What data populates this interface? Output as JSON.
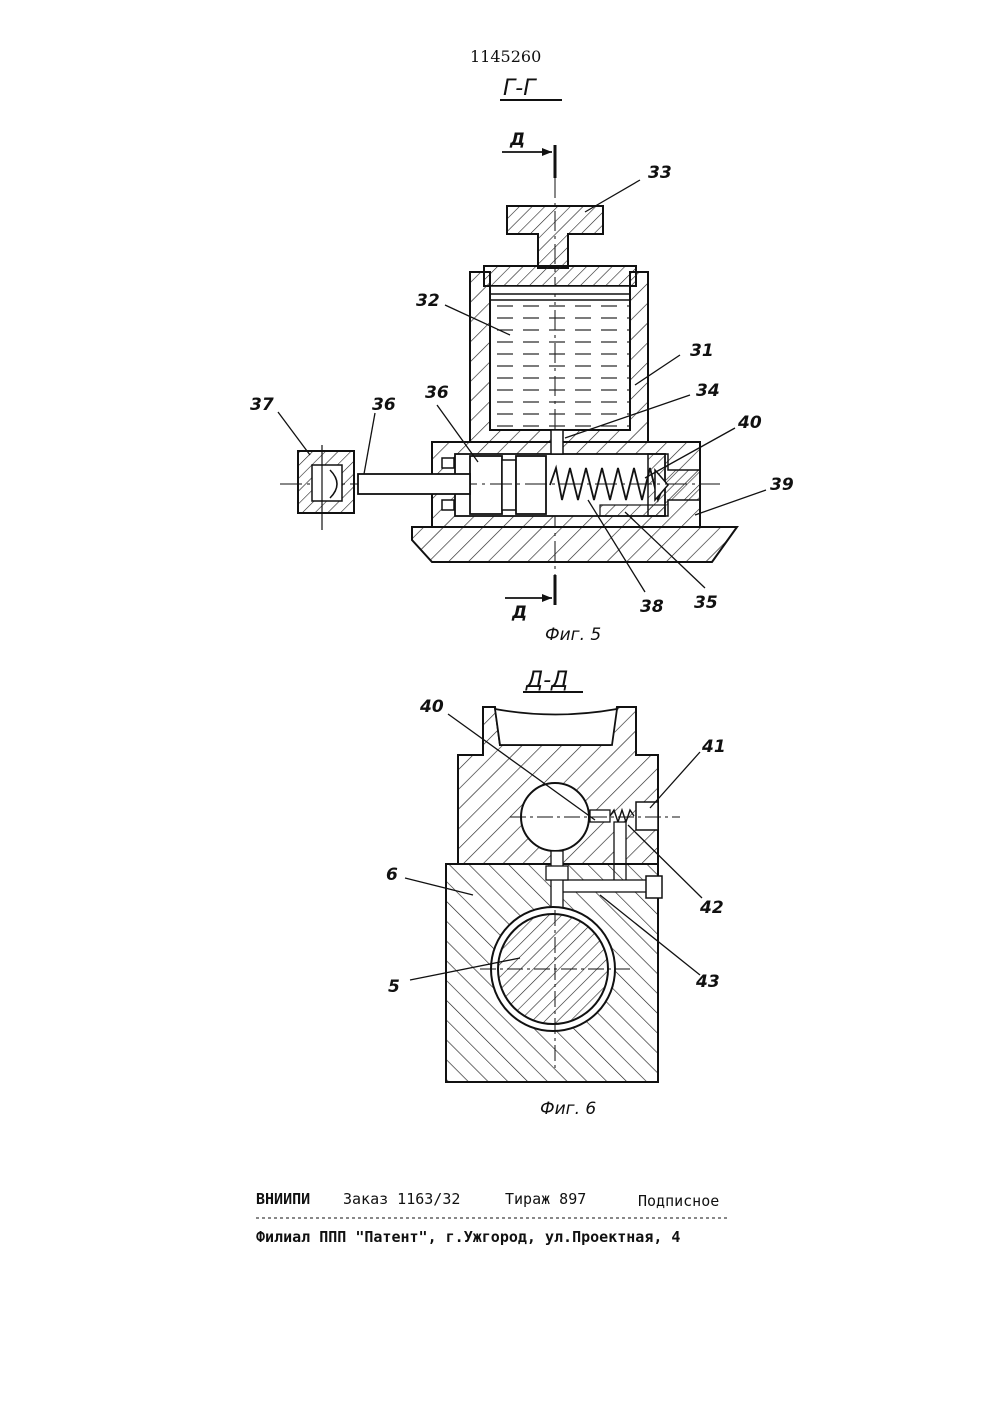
{
  "header": {
    "patent_number": "1145260"
  },
  "figure5": {
    "section_title": "Г-Г",
    "cut_marker": "Д",
    "caption": "Фиг. 5",
    "labels": [
      "33",
      "32",
      "31",
      "34",
      "40",
      "37",
      "36",
      "36",
      "39",
      "38",
      "35"
    ]
  },
  "figure6": {
    "section_title": "Д-Д",
    "caption": "Фиг. 6",
    "labels": [
      "40",
      "41",
      "6",
      "42",
      "5",
      "43"
    ]
  },
  "footer": {
    "org": "ВНИИПИ",
    "order": "Заказ 1163/32",
    "circulation": "Тираж 897",
    "subscription": "Подписное",
    "branch": "Филиал ППП \"Патент\", г.Ужгород, ул.Проектная, 4"
  }
}
